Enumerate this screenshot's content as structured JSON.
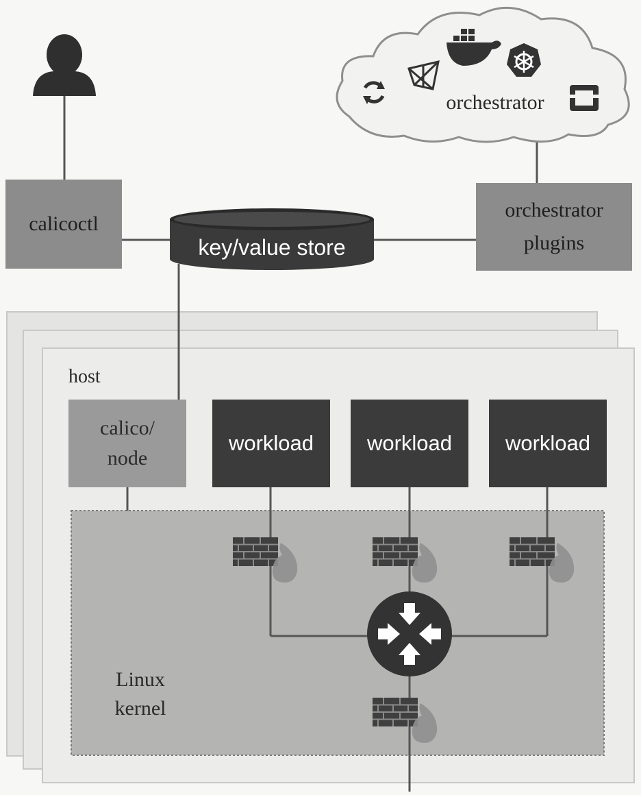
{
  "labels": {
    "calicoctl": "calicoctl",
    "kv_store": "key/value store",
    "orchestrator": "orchestrator",
    "orchestrator_plugins_line1": "orchestrator",
    "orchestrator_plugins_line2": "plugins",
    "host": "host",
    "calico_node_line1": "calico/",
    "calico_node_line2": "node",
    "workload_1": "workload",
    "workload_2": "workload",
    "workload_3": "workload",
    "linux_kernel_line1": "Linux",
    "linux_kernel_line2": "kernel"
  },
  "icons": {
    "user": "user-icon",
    "cloud_icons": [
      "refresh-icon",
      "mesos-icon",
      "docker-icon",
      "kubernetes-icon",
      "openstack-icon"
    ],
    "firewalls": [
      "firewall-icon",
      "firewall-icon",
      "firewall-icon",
      "firewall-icon"
    ],
    "router": "router-icon"
  },
  "colors": {
    "dark_box": "#3b3b3b",
    "mid_box": "#8a8a8a",
    "light_box": "#9d9d9d",
    "kernel_area": "#b2b2b2",
    "host_card": "#ebebeb",
    "line": "#444444"
  }
}
